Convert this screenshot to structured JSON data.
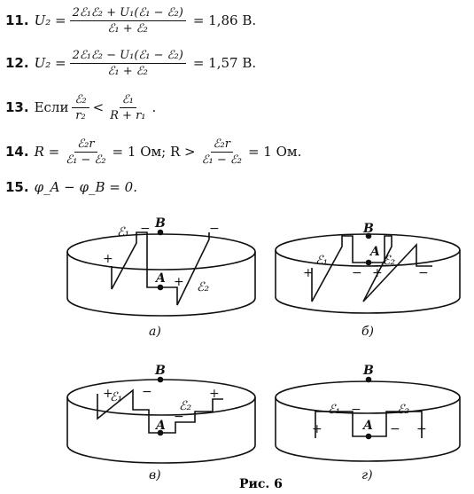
{
  "answers": [
    {
      "num": "11.",
      "lhs": "U₂ =",
      "numer": "2ℰ₁ℰ₂ + U₁(ℰ₁ − ℰ₂)",
      "denom": "ℰ₁ + ℰ₂",
      "result": "= 1,86 В."
    },
    {
      "num": "12.",
      "lhs": "U₂ =",
      "numer": "2ℰ₁ℰ₂ − U₁(ℰ₁ − ℰ₂)",
      "denom": "ℰ₁ + ℰ₂",
      "result": "= 1,57 В."
    },
    {
      "num": "13.",
      "prefix": "Если",
      "f1_numer": "ℰ₂",
      "f1_denom": "r₂",
      "op": "<",
      "f2_numer": "ℰ₁",
      "f2_denom": "R + r₁",
      "suffix": "."
    },
    {
      "num": "14.",
      "lhs": "R =",
      "f1_numer": "ℰ₂r",
      "f1_denom": "ℰ₁ − ℰ₂",
      "mid": "= 1 Ом; R >",
      "f2_numer": "ℰ₂r",
      "f2_denom": "ℰ₁ − ℰ₂",
      "result": "= 1 Ом."
    },
    {
      "num": "15.",
      "text": "φ_A − φ_B = 0."
    }
  ],
  "figures": {
    "labels": {
      "a": "а)",
      "b": "б)",
      "c": "в)",
      "d": "г)"
    },
    "point_a": "A",
    "point_b": "B",
    "emf1": "ℰ₁",
    "emf2": "ℰ₂",
    "plus": "+",
    "minus": "−",
    "caption": "Рис. 6"
  }
}
